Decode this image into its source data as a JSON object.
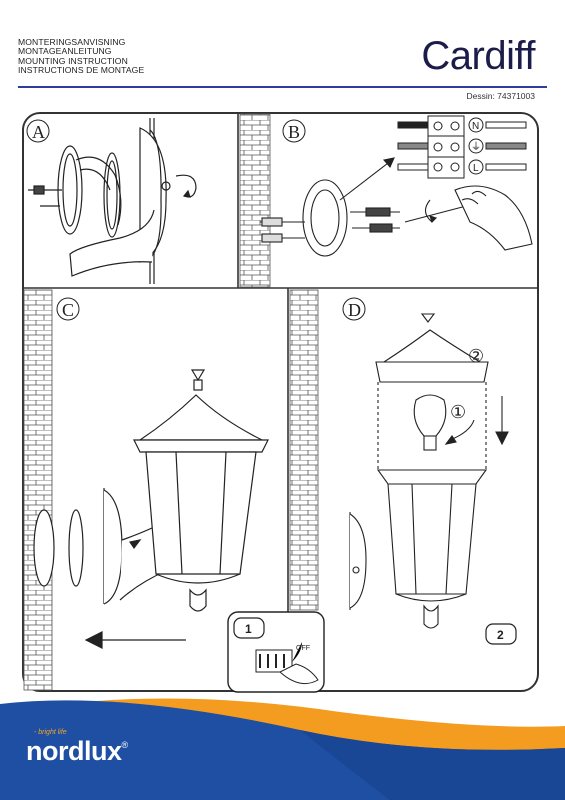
{
  "header": {
    "lines": [
      "MONTERINGSANVISNING",
      "MONTAGEANLEITUNG",
      "MOUNTING INSTRUCTION",
      "INSTRUCTIONS DE MONTAGE"
    ],
    "title": "Cardiff",
    "dessin": "Dessin: 74371003"
  },
  "panels": {
    "a": "A",
    "b": "B",
    "c": "C",
    "d": "D"
  },
  "wiring": {
    "n": "N",
    "earth": "⏚",
    "l": "L"
  },
  "steps": {
    "one": "1",
    "two": "2",
    "circ1": "①",
    "circ2": "②",
    "off": "OFF"
  },
  "footer": {
    "brand": "nordlux",
    "tagline": "- bright life",
    "reg": "®"
  },
  "colors": {
    "rule": "#2e3c9a",
    "footer_blue": "#1e4fa3",
    "footer_orange": "#f39c1f",
    "line": "#333333"
  }
}
